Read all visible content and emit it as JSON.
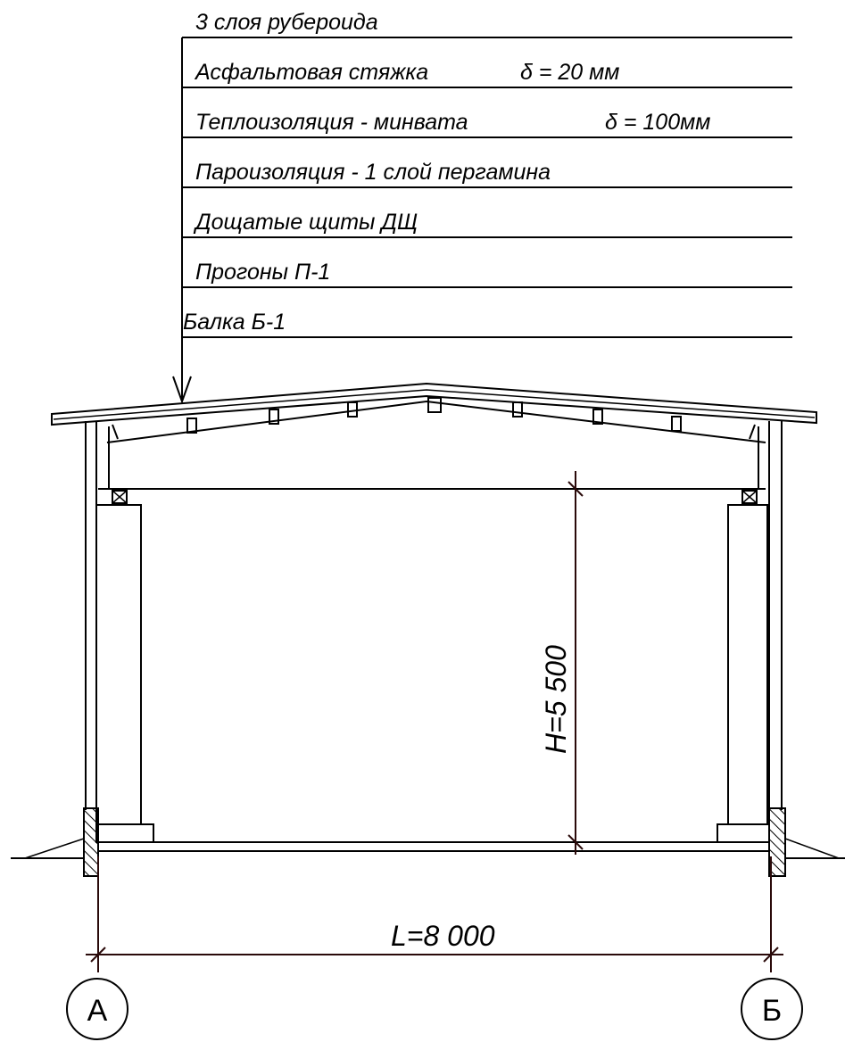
{
  "layers": [
    "3 слоя рубероида",
    "Асфальтовая стяжка",
    "Теплоизоляция - минвата",
    "Пароизоляция - 1 слой пергамина",
    "Дощатые щиты ДЩ",
    "Прогоны П-1",
    "Балка Б-1"
  ],
  "thickness": {
    "asphalt": "δ = 20 мм",
    "insulation": "δ = 100мм"
  },
  "dimensions": {
    "height": "H=5 500",
    "span": "L=8 000"
  },
  "axes": {
    "left": "А",
    "right": "Б"
  }
}
